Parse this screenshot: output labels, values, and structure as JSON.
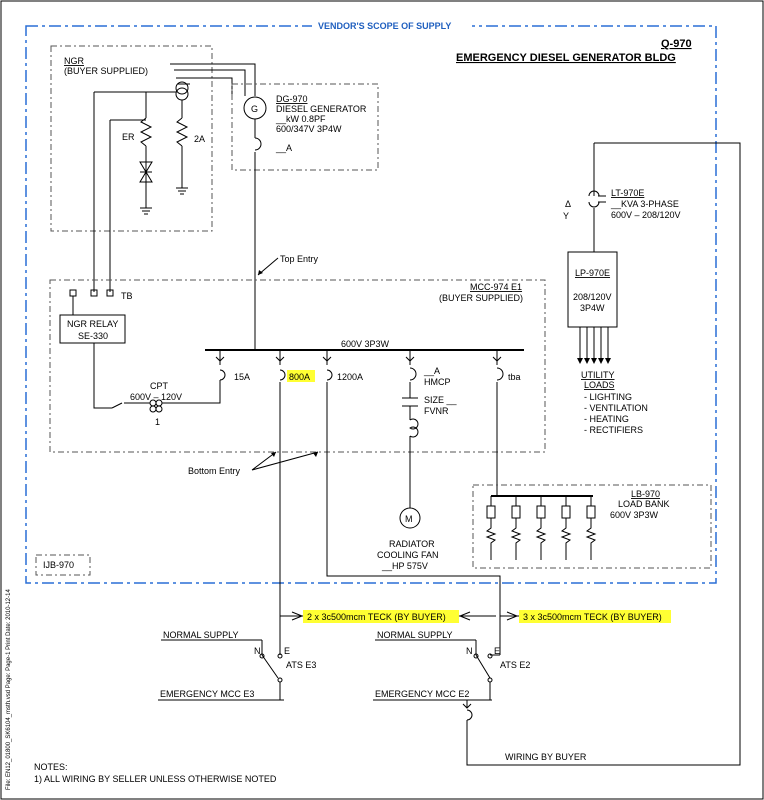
{
  "scope_label": "VENDOR'S SCOPE OF SUPPLY",
  "title": {
    "tag": "Q-970",
    "name": "EMERGENCY DIESEL GENERATOR BLDG"
  },
  "ngr": {
    "label": "NGR",
    "sub": "(BUYER SUPPLIED)",
    "er_label": "ER",
    "res_label": "2A"
  },
  "generator": {
    "symbol": "G",
    "tag": "DG-970",
    "line1": "DIESEL GENERATOR",
    "line2": "__kW  0.8PF",
    "line3": "600/347V 3P4W",
    "breaker": "__A"
  },
  "top_entry": "Top Entry",
  "mcc": {
    "tag": "MCC-974 E1",
    "sub": "(BUYER SUPPLIED)",
    "bus": "600V 3P3W",
    "tb": "TB",
    "relay1": "NGR RELAY",
    "relay2": "SE-330",
    "cpt": "CPT",
    "cpt_rating": "600V – 120V",
    "cpt_num": "1",
    "b1": "15A",
    "b2": "800A",
    "b3": "1200A",
    "b4a": "__A",
    "b4b": "HMCP",
    "b5": "tba",
    "size1": "SIZE __",
    "size2": "FVNR"
  },
  "transformer": {
    "tag": "LT-970E",
    "line1": "__KVA 3-PHASE",
    "line2": "600V – 208/120V"
  },
  "panel": {
    "tag": "LP-970E",
    "line1": "208/120V",
    "line2": "3P4W"
  },
  "utility": {
    "title1": "UTILITY",
    "title2": "LOADS",
    "items": [
      "- LIGHTING",
      "- VENTILATION",
      "- HEATING",
      "- RECTIFIERS"
    ]
  },
  "motor": {
    "symbol": "M",
    "line1": "RADIATOR",
    "line2": "COOLING FAN",
    "line3": "__HP 575V"
  },
  "bottom_entry": "Bottom Entry",
  "load_bank": {
    "tag": "LB-970",
    "line1": "LOAD BANK",
    "line2": "600V 3P3W"
  },
  "ijb": "IJB-970",
  "cable1": "2 x 3c500mcm TECK (BY BUYER)",
  "cable2": "3 x 3c500mcm TECK (BY BUYER)",
  "ats_e3": {
    "normal": "NORMAL SUPPLY",
    "n": "N",
    "e": "E",
    "tag": "ATS E3",
    "mcc": "EMERGENCY MCC E3"
  },
  "ats_e2": {
    "normal": "NORMAL SUPPLY",
    "n": "N",
    "e": "E",
    "tag": "ATS E2",
    "mcc": "EMERGENCY MCC E2"
  },
  "wiring_by_buyer": "WIRING BY BUYER",
  "notes_title": "NOTES:",
  "note1": "1) ALL WIRING BY SELLER UNLESS OTHERWISE NOTED",
  "side_file": "File: EN12_01800_SK6104_msth.vsd   Page: Page-1   Print Date:  2010-12-14"
}
